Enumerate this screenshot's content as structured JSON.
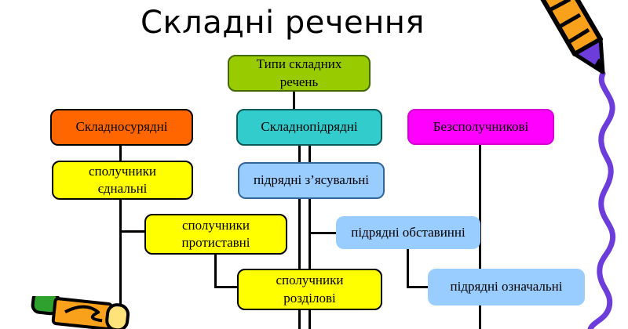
{
  "title": "Складні речення",
  "nodes": {
    "root": {
      "label": "Типи складних\nречень"
    },
    "coordinating": {
      "label": "Складносурядні"
    },
    "subordinating": {
      "label": "Складнопідрядні"
    },
    "asyndetic": {
      "label": "Безсполучникові"
    },
    "conj_copulative": {
      "label": "сполучники\nєднальні"
    },
    "sub_explanatory": {
      "label": "підрядні з’ясувальні"
    },
    "conj_adversative": {
      "label": "сполучники\nпротиставні"
    },
    "sub_adverbial": {
      "label": "підрядні обставинні"
    },
    "conj_disjunctive": {
      "label": "сполучники\nрозділові"
    },
    "sub_attributive": {
      "label": "підрядні означальні"
    }
  },
  "colors": {
    "root_fill": "#99CC00",
    "coordinating_fill": "#FF6600",
    "subordinating_fill": "#33CCCC",
    "asyndetic_fill": "#FF00FF",
    "conjunction_fill": "#FFFF00",
    "subordinate_fill": "#99CCFF",
    "connector": "#000000",
    "text": "#000000"
  },
  "decorations": {
    "scribble_color": "#6C3DDB",
    "pencil_body_color": "#F9A11B",
    "pencil_tip_color": "#6C3DDB",
    "pencil_eraser_color": "#2FA12F",
    "pencil_wood_color": "#FFE27A"
  }
}
